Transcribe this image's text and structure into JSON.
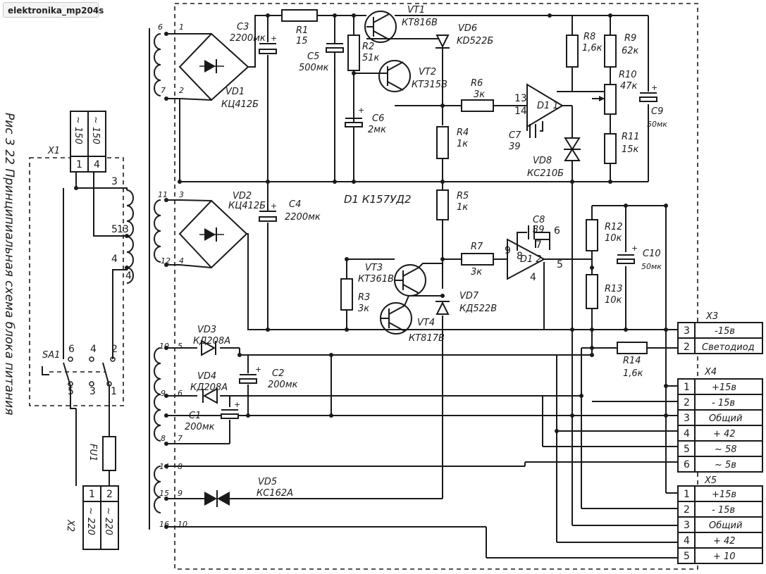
{
  "watermark": "elektronika_mp204s",
  "figure_caption": "Рис 3 22 Принципиальная схема блока питания",
  "transistors": [
    {
      "ref": "VT1",
      "part": "КТ816В"
    },
    {
      "ref": "VT2",
      "part": "КТ315В"
    },
    {
      "ref": "VT3",
      "part": "КТ361В"
    },
    {
      "ref": "VT4",
      "part": "КТ817В"
    }
  ],
  "diodes": [
    {
      "ref": "VD1",
      "part": "КЦ412Б"
    },
    {
      "ref": "VD2",
      "part": "КЦ412Б"
    },
    {
      "ref": "VD3",
      "part": "КД208А"
    },
    {
      "ref": "VD4",
      "part": "КД208А"
    },
    {
      "ref": "VD5",
      "part": "КС162А"
    },
    {
      "ref": "VD6",
      "part": "KD522Б"
    },
    {
      "ref": "VD7",
      "part": "КД522В"
    },
    {
      "ref": "VD8",
      "part": "КС210Б"
    }
  ],
  "resistors": [
    {
      "ref": "R1",
      "value": "15"
    },
    {
      "ref": "R2",
      "value": "51к"
    },
    {
      "ref": "R3",
      "value": "3к"
    },
    {
      "ref": "R4",
      "value": "1к"
    },
    {
      "ref": "R5",
      "value": "1к"
    },
    {
      "ref": "R6",
      "value": "3к"
    },
    {
      "ref": "R7",
      "value": "3к"
    },
    {
      "ref": "R8",
      "value": "1,6к"
    },
    {
      "ref": "R9",
      "value": "62к"
    },
    {
      "ref": "R10",
      "value": "47к"
    },
    {
      "ref": "R11",
      "value": "15к"
    },
    {
      "ref": "R12",
      "value": "10к"
    },
    {
      "ref": "R13",
      "value": "10к"
    },
    {
      "ref": "R14",
      "value": "1,6к"
    }
  ],
  "capacitors": [
    {
      "ref": "C1",
      "value": "200мк"
    },
    {
      "ref": "C2",
      "value": "200мк"
    },
    {
      "ref": "C3",
      "value": "2200мк"
    },
    {
      "ref": "C4",
      "value": "2200мк"
    },
    {
      "ref": "C5",
      "value": "500мк"
    },
    {
      "ref": "C6",
      "value": "2мк"
    },
    {
      "ref": "C7",
      "value": "39"
    },
    {
      "ref": "C8",
      "value": "39"
    },
    {
      "ref": "C9",
      "value": "50мк"
    },
    {
      "ref": "C10",
      "value": "50мк"
    }
  ],
  "ics": {
    "part_label": "D1 К157УД2",
    "d11": "D1 1",
    "d12": "D1 2",
    "d11_pins": [
      "13",
      "14"
    ],
    "d12_pins": [
      "9",
      "8",
      "7",
      "6",
      "5",
      "4"
    ]
  },
  "fuse": "FU1",
  "switch": "SA1",
  "switch_pins": [
    "6",
    "4",
    "2",
    "5",
    "3",
    "1"
  ],
  "transformer_left_pins": [
    "3",
    "5",
    "1",
    "3",
    "4",
    "4"
  ],
  "secondary_pins": [
    [
      "6",
      "1"
    ],
    [
      "7",
      "2"
    ],
    [
      "11",
      "3"
    ],
    [
      "12",
      "4"
    ],
    [
      "10",
      "5"
    ],
    [
      "9",
      "6"
    ],
    [
      "8",
      "7"
    ],
    [
      "14",
      "8"
    ],
    [
      "15",
      "9"
    ],
    [
      "16",
      "10"
    ]
  ],
  "x1": {
    "ref": "X1",
    "pins": [
      "1",
      "4"
    ],
    "labels": [
      "~ 150",
      "~ 150"
    ]
  },
  "x2": {
    "ref": "X2",
    "pins": [
      "1",
      "2"
    ],
    "labels": [
      "~ 220",
      "~ 220"
    ]
  },
  "x3": {
    "ref": "X3",
    "rows": [
      {
        "n": "3",
        "sig": "-15в"
      },
      {
        "n": "2",
        "sig": "Светодиод"
      }
    ]
  },
  "x4": {
    "ref": "X4",
    "rows": [
      {
        "n": "1",
        "sig": "+15в"
      },
      {
        "n": "2",
        "sig": "- 15в"
      },
      {
        "n": "3",
        "sig": "Общий"
      },
      {
        "n": "4",
        "sig": "+ 42"
      },
      {
        "n": "5",
        "sig": "~ 58"
      },
      {
        "n": "6",
        "sig": "~ 5в"
      }
    ]
  },
  "x5": {
    "ref": "X5",
    "rows": [
      {
        "n": "1",
        "sig": "+15в"
      },
      {
        "n": "2",
        "sig": "- 15в"
      },
      {
        "n": "3",
        "sig": "Общий"
      },
      {
        "n": "4",
        "sig": "+ 42"
      },
      {
        "n": "5",
        "sig": "+ 10"
      }
    ]
  }
}
